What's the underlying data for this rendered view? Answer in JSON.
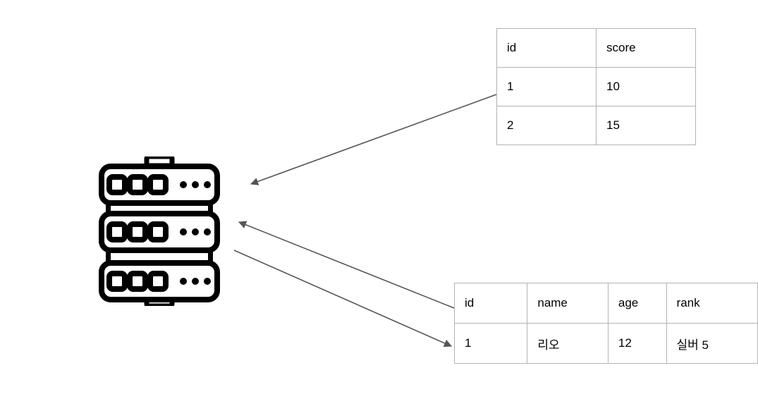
{
  "diagram": {
    "title": "Database server and tables relationship diagram",
    "background_color": "#ffffff",
    "line_color": "#555555",
    "table_border_color": "#b3b3b3",
    "icon_color": "#000000"
  },
  "server": {
    "label": "database-server-stack",
    "unit_count": 3,
    "indicator_squares_per_unit": 3,
    "status_dots_per_unit": 3
  },
  "tables": [
    {
      "name": "score-table",
      "headers": [
        "id",
        "score"
      ],
      "rows": [
        [
          "1",
          "10"
        ],
        [
          "2",
          "15"
        ]
      ]
    },
    {
      "name": "user-table",
      "headers": [
        "id",
        "name",
        "age",
        "rank"
      ],
      "rows": [
        [
          "1",
          "리오",
          "12",
          "실버 5"
        ]
      ]
    }
  ],
  "arrows": [
    {
      "name": "score-table-to-server-arrow",
      "from": "score-table",
      "to": "server",
      "direction": "to-server"
    },
    {
      "name": "user-table-to-server-arrow",
      "from": "user-table",
      "to": "server",
      "direction": "to-server"
    },
    {
      "name": "server-to-user-table-arrow",
      "from": "server",
      "to": "user-table",
      "direction": "to-table"
    }
  ]
}
